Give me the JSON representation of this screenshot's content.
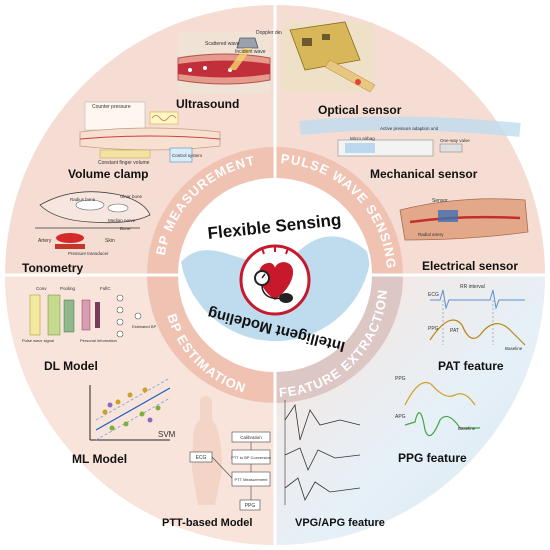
{
  "center": {
    "title_top": "Flexible Sensing",
    "title_bottom": "Intelligent Modeling"
  },
  "ring": {
    "top_left": "BP MEASUREMENT",
    "top_right": "PULSE WAVE SENSING",
    "bottom_right": "FEATURE EXTRACTION",
    "bottom_left": "BP ESTIMATION"
  },
  "quadrants": {
    "top_left": {
      "items": [
        "Ultrasound",
        "Volume clamp",
        "Tonometry"
      ],
      "annotations": {
        "ultrasound": [
          "Doppler device",
          "Scattered wave",
          "Incident wave"
        ],
        "volume_clamp": [
          "Counter pressure",
          "Constant finger volume",
          "Control system"
        ],
        "tonometry": [
          "Radius bone",
          "Ulnar bone",
          "Median nerve",
          "Bone",
          "Artery",
          "Skin",
          "Pressure transducer"
        ]
      }
    },
    "top_right": {
      "items": [
        "Optical sensor",
        "Mechanical sensor",
        "Electrical sensor"
      ],
      "annotations": {
        "mechanical": [
          "Active pressure adaption unit",
          "Micro airbag",
          "One-way valve"
        ],
        "electrical": [
          "Sensor",
          "Radial artery"
        ]
      }
    },
    "bottom_right": {
      "items": [
        "PAT feature",
        "PPG feature",
        "VPG/APG feature"
      ],
      "annotations": {
        "pat": [
          "ECG",
          "RR interval",
          "PPG",
          "PAT",
          "Baseline"
        ],
        "ppg": [
          "PPG",
          "APG",
          "Baseline"
        ]
      }
    },
    "bottom_left": {
      "items": [
        "DL Model",
        "ML Model",
        "PTT-based Model"
      ],
      "annotations": {
        "dl": [
          "Conv",
          "Pooling",
          "FullC",
          "Pulse wave signal",
          "Personal Information",
          "Estimated BP"
        ],
        "ml": [
          "SVM"
        ],
        "ptt": [
          "Calibration",
          "PTT to BP Conversion",
          "PTT Measurement",
          "ECG",
          "PPG"
        ]
      }
    }
  },
  "colors": {
    "outer_fill": "#f6ddd4",
    "ring_fill": "#f0c3b4",
    "bottom_right_fill": "#e3eff7",
    "wave_blue": "#bfdcef",
    "heart_red": "#c8182b",
    "divider": "#ffffff"
  },
  "icons": [
    "heart-icon",
    "sphygmomanometer-icon"
  ]
}
